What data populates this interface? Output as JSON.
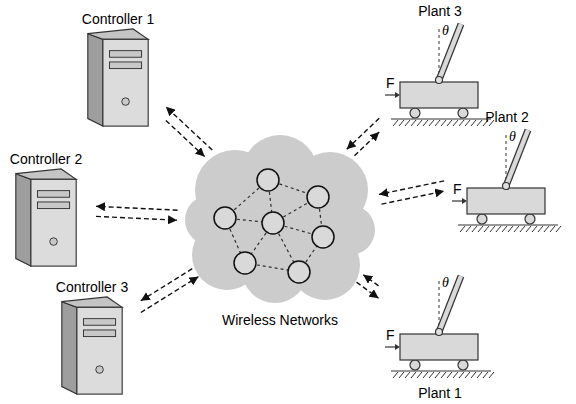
{
  "diagram": {
    "nodes": [
      {
        "text": [
          "Controller 1"
        ]
      },
      {
        "text": [
          "Controller 2"
        ]
      },
      {
        "text": [
          "Controller 3"
        ]
      },
      {
        "text": [
          "Wireless Networks"
        ]
      },
      {
        "text": [
          "Plant 3",
          "F",
          "θ"
        ]
      },
      {
        "text": [
          "Plant 2",
          "F",
          "θ"
        ]
      },
      {
        "text": [
          "Plant 1",
          "F",
          "θ"
        ]
      }
    ],
    "edges": [
      {
        "from": 0,
        "to": 3,
        "arrow": "to"
      },
      {
        "from": 3,
        "to": 0,
        "arrow": "to"
      },
      {
        "from": 1,
        "to": 3,
        "arrow": "to"
      },
      {
        "from": 3,
        "to": 1,
        "arrow": "to"
      },
      {
        "from": 2,
        "to": 3,
        "arrow": "to"
      },
      {
        "from": 3,
        "to": 2,
        "arrow": "to"
      },
      {
        "from": 3,
        "to": 4,
        "arrow": "to"
      },
      {
        "from": 4,
        "to": 3,
        "arrow": "to"
      },
      {
        "from": 3,
        "to": 5,
        "arrow": "to"
      },
      {
        "from": 5,
        "to": 3,
        "arrow": "to"
      },
      {
        "from": 3,
        "to": 6,
        "arrow": "to"
      },
      {
        "from": 6,
        "to": 3,
        "arrow": "to"
      }
    ]
  }
}
